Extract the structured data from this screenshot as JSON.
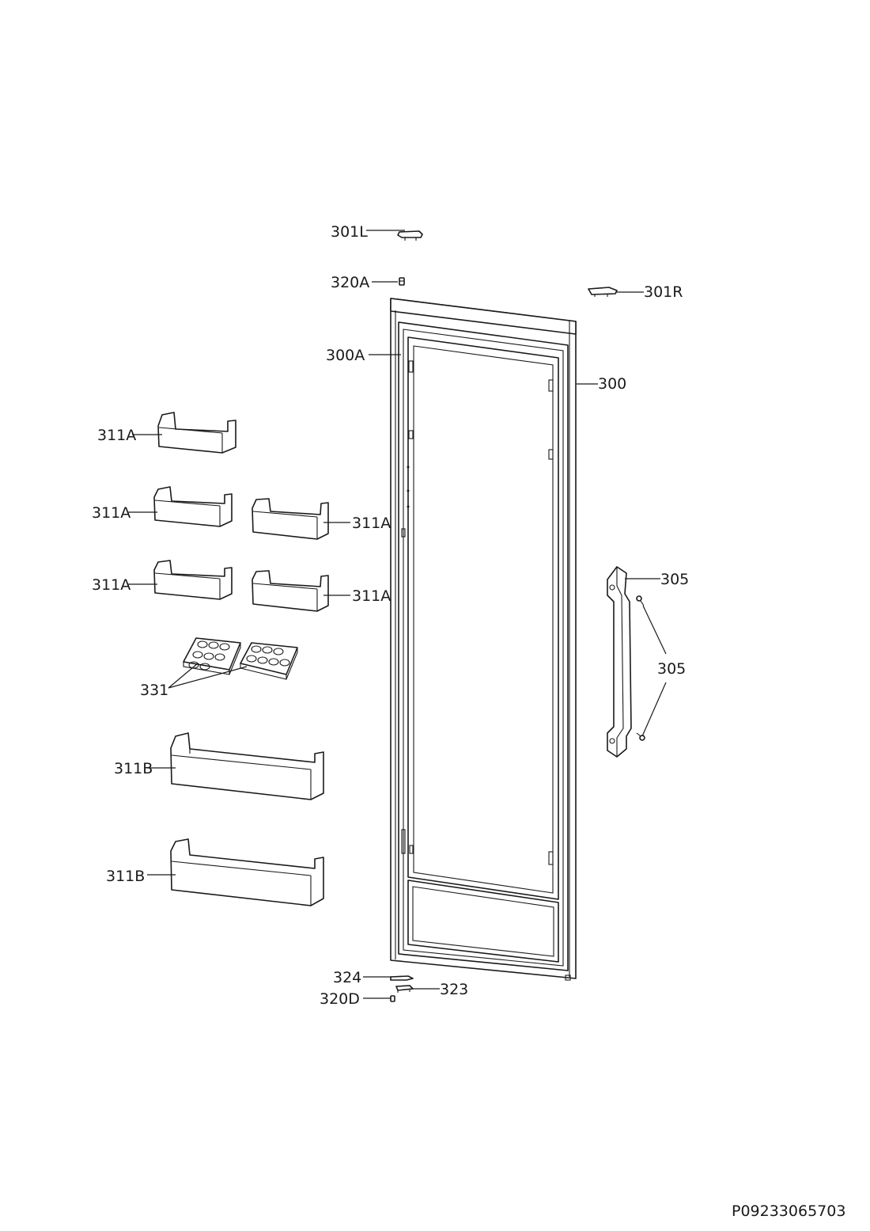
{
  "drawing_number": "P09233065703",
  "parts": {
    "door": "300",
    "door_gasket": "300A",
    "hinge_cover_left": "301L",
    "hinge_cover_right": "301R",
    "hinge_bush_top": "320A",
    "hinge_bush_bottom": "320D",
    "bottom_hinge": "323",
    "hinge_pin": "324",
    "handle": "305",
    "handle_screws": "305",
    "door_shelf_small": "311A",
    "door_shelf_large": "311B",
    "egg_tray": "331"
  }
}
